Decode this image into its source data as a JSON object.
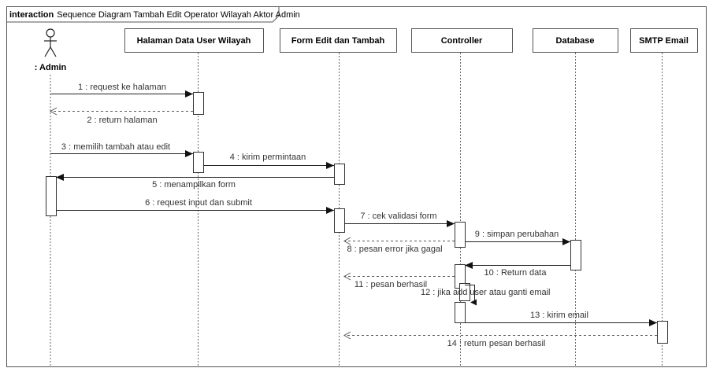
{
  "frame": {
    "keyword": "interaction",
    "name": "Sequence Diagram Tambah Edit Operator Wilayah Aktor Admin"
  },
  "actor": {
    "label": ": Admin"
  },
  "lifelines": [
    {
      "id": "halaman",
      "label": "Halaman Data User Wilayah"
    },
    {
      "id": "form",
      "label": "Form Edit dan Tambah"
    },
    {
      "id": "controller",
      "label": "Controller"
    },
    {
      "id": "database",
      "label": "Database"
    },
    {
      "id": "smtp",
      "label": "SMTP Email"
    }
  ],
  "messages": [
    {
      "label": "1 : request ke halaman",
      "from": "admin",
      "to": "halaman",
      "kind": "call"
    },
    {
      "label": "2 : return halaman",
      "from": "halaman",
      "to": "admin",
      "kind": "return"
    },
    {
      "label": "3 : memilih tambah atau edit",
      "from": "admin",
      "to": "halaman",
      "kind": "call"
    },
    {
      "label": "4 : kirim permintaan",
      "from": "halaman",
      "to": "form",
      "kind": "call"
    },
    {
      "label": "5 : menampilkan form",
      "from": "form",
      "to": "admin",
      "kind": "call"
    },
    {
      "label": "6 : request input dan submit",
      "from": "admin",
      "to": "form",
      "kind": "call"
    },
    {
      "label": "7 : cek validasi form",
      "from": "form",
      "to": "controller",
      "kind": "call"
    },
    {
      "label": "8 : pesan error jika gagal",
      "from": "controller",
      "to": "form",
      "kind": "return"
    },
    {
      "label": "9 : simpan perubahan",
      "from": "controller",
      "to": "database",
      "kind": "call"
    },
    {
      "label": "10 : Return data",
      "from": "database",
      "to": "controller",
      "kind": "call"
    },
    {
      "label": "11 : pesan berhasil",
      "from": "controller",
      "to": "form",
      "kind": "return"
    },
    {
      "label": "12 : jika add user atau ganti email",
      "from": "controller",
      "to": "controller",
      "kind": "self"
    },
    {
      "label": "13 : kirim email",
      "from": "controller",
      "to": "smtp",
      "kind": "call"
    },
    {
      "label": "14 : return pesan berhasil",
      "from": "smtp",
      "to": "form",
      "kind": "return"
    }
  ]
}
